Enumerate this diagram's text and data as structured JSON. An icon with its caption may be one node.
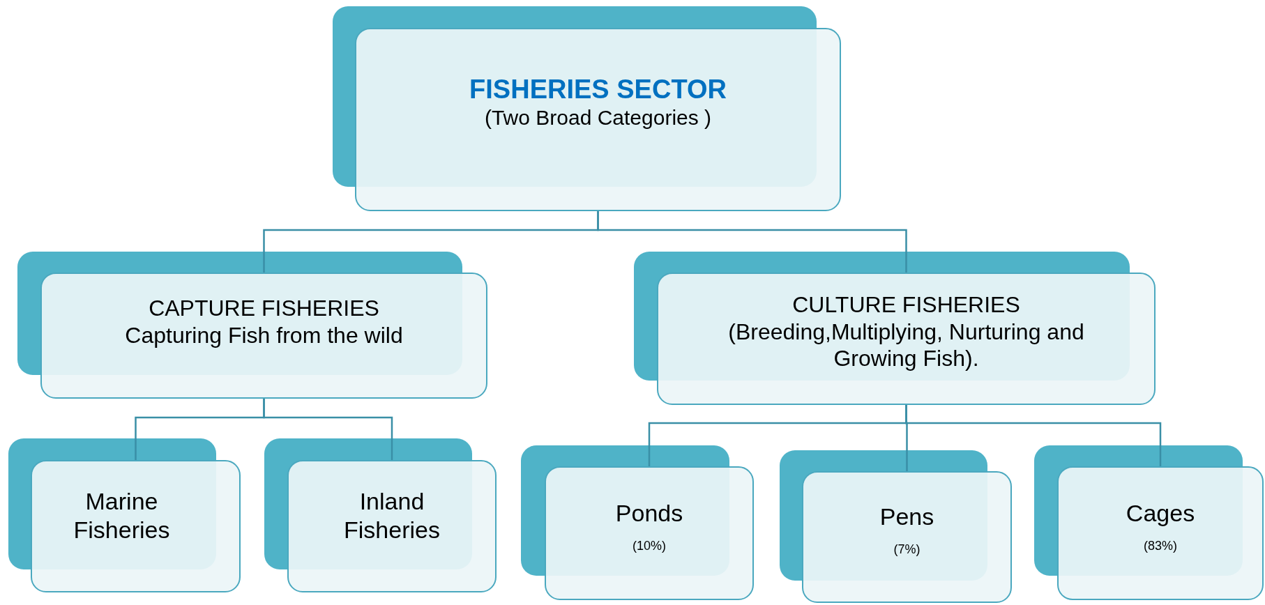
{
  "diagram": {
    "nodes": [
      {
        "text": [
          "FISHERIES SECTOR",
          "(Two Broad Categories )"
        ]
      },
      {
        "text": [
          "CAPTURE FISHERIES",
          "Capturing Fish from the wild"
        ]
      },
      {
        "text": [
          "CULTURE FISHERIES",
          "(Breeding,Multiplying, Nurturing and Growing Fish)."
        ]
      },
      {
        "text": [
          "Marine Fisheries"
        ]
      },
      {
        "text": [
          "Inland Fisheries"
        ]
      },
      {
        "text": [
          "Ponds",
          "(10%)"
        ]
      },
      {
        "text": [
          "Pens",
          "(7%)"
        ]
      },
      {
        "text": [
          "Cages",
          "(83%)"
        ]
      }
    ],
    "edges": [
      {
        "from": 0,
        "to": 1,
        "arrow": "none"
      },
      {
        "from": 0,
        "to": 2,
        "arrow": "none"
      },
      {
        "from": 1,
        "to": 3,
        "arrow": "none"
      },
      {
        "from": 1,
        "to": 4,
        "arrow": "none"
      },
      {
        "from": 2,
        "to": 5,
        "arrow": "none"
      },
      {
        "from": 2,
        "to": 6,
        "arrow": "none"
      },
      {
        "from": 2,
        "to": 7,
        "arrow": "none"
      }
    ]
  }
}
